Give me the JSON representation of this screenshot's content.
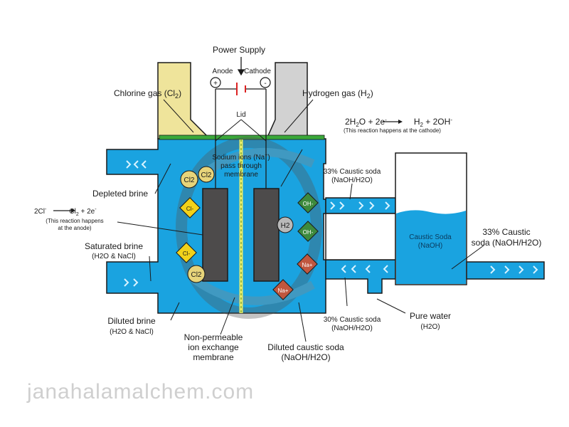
{
  "colors": {
    "water": "#1aa3e0",
    "water_dark": "#0b7fc0",
    "pipe_outline": "#1a1a1a",
    "chlorine_pipe": "#efe49b",
    "hydrogen_pipe": "#d2d2d2",
    "lid": "#3aa83a",
    "electrode": "#4d4b4b",
    "cl2_ball": "#e7d47a",
    "cl_ion": "#f2d21a",
    "oh_ion": "#3d8a3d",
    "na_ion": "#c0573f",
    "h2_ball": "#b9b9b9",
    "membrane": "#e4ec6a",
    "watermark": "#cfcfcf"
  },
  "labels": {
    "power_supply": "Power Supply",
    "anode": "Anode",
    "cathode": "Cathode",
    "anode_sign": "+",
    "cathode_sign": "-",
    "chlorine_gas": "Chlorine gas (Cl",
    "chlorine_gas_sub": "2",
    "chlorine_gas_end": ")",
    "hydrogen_gas": "Hydrogen gas (H",
    "hydrogen_gas_sub": "2",
    "hydrogen_gas_end": ")",
    "lid": "Lid",
    "cathode_eq_1": "2H",
    "cathode_eq_sub1": "2",
    "cathode_eq_2": "O + 2e",
    "cathode_eq_sup": "-",
    "cathode_eq_3": "H",
    "cathode_eq_sub2": "2",
    "cathode_eq_4": " + 2OH",
    "cathode_eq_sup2": "-",
    "cathode_note": "(This reaction happens at the cathode)",
    "sodium_line1": "Sodium ions (Na",
    "sodium_sup": "+",
    "sodium_line1_end": ")",
    "sodium_line2": "pass through",
    "sodium_line3": "membrane",
    "caustic33_line1": "33% Caustic soda",
    "caustic33_line2": "(NaOH/H2O)",
    "depleted_brine": "Depleted brine",
    "anode_eq_1": "2Cl",
    "anode_eq_sup": "-",
    "anode_eq_2": "Cl",
    "anode_eq_sub": "2",
    "anode_eq_3": " + 2e",
    "anode_eq_sup2": "-",
    "anode_note_1": "(This reaction happens",
    "anode_note_2": "at the anode)",
    "saturated_brine_1": "Saturated brine",
    "saturated_brine_2": "(H2O & NaCl)",
    "tank_label_1": "Caustic Soda",
    "tank_label_2": "(NaOH)",
    "caustic33_out_1": "33% Caustic",
    "caustic33_out_2": "soda (NaOH/H2O)",
    "caustic30_1": "30% Caustic soda",
    "caustic30_2": "(NaOH/H2O)",
    "pure_water_1": "Pure water",
    "pure_water_2": "(H2O)",
    "diluted_brine_1": "Diluted brine",
    "diluted_brine_2": "(H2O & NaCl)",
    "nonperm_1": "Non-permeable",
    "nonperm_2": "ion exchange",
    "nonperm_3": "membrane",
    "diluted_caustic_1": "Diluted caustic soda",
    "diluted_caustic_2": "(NaOH/H2O)",
    "watermark": "janahalamalchem.com"
  },
  "ions": {
    "cl2": "Cl2",
    "cl_minus": "Cl-",
    "oh_minus": "OH-",
    "na_plus": "Na+",
    "h2": "H2"
  }
}
